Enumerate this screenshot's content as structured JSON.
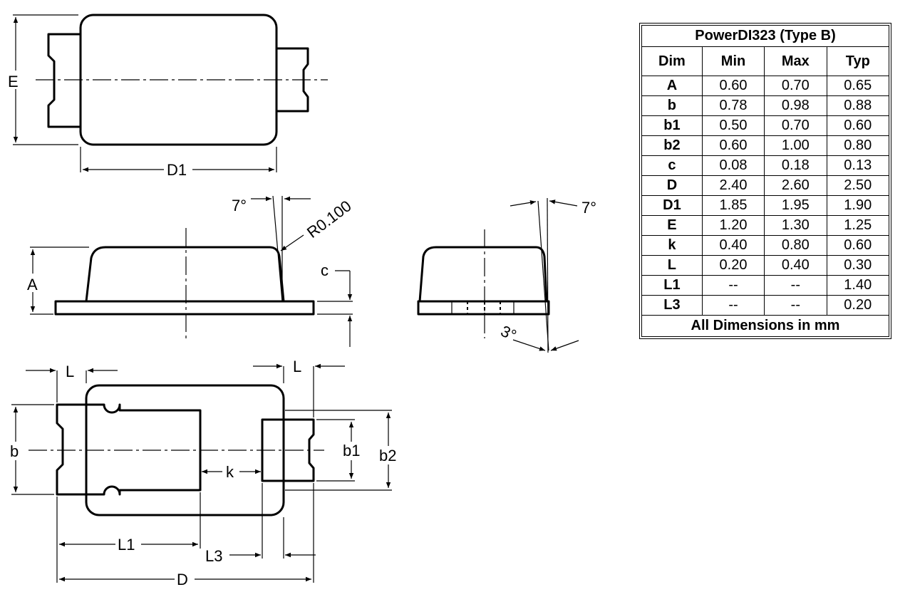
{
  "labels": {
    "E": "E",
    "D1": "D1",
    "A": "A",
    "c": "c",
    "angle_side_top": "7°",
    "radius": "R0.100",
    "angle_end_top": "7°",
    "angle_end_bottom": "3°",
    "L_left": "L",
    "L_right": "L",
    "b": "b",
    "b1": "b1",
    "b2": "b2",
    "k": "k",
    "L1": "L1",
    "L3": "L3",
    "D": "D"
  },
  "table": {
    "title": "PowerDI323 (Type B)",
    "headers": [
      "Dim",
      "Min",
      "Max",
      "Typ"
    ],
    "rows": [
      {
        "dim": "A",
        "min": "0.60",
        "max": "0.70",
        "typ": "0.65"
      },
      {
        "dim": "b",
        "min": "0.78",
        "max": "0.98",
        "typ": "0.88"
      },
      {
        "dim": "b1",
        "min": "0.50",
        "max": "0.70",
        "typ": "0.60"
      },
      {
        "dim": "b2",
        "min": "0.60",
        "max": "1.00",
        "typ": "0.80"
      },
      {
        "dim": "c",
        "min": "0.08",
        "max": "0.18",
        "typ": "0.13"
      },
      {
        "dim": "D",
        "min": "2.40",
        "max": "2.60",
        "typ": "2.50"
      },
      {
        "dim": "D1",
        "min": "1.85",
        "max": "1.95",
        "typ": "1.90"
      },
      {
        "dim": "E",
        "min": "1.20",
        "max": "1.30",
        "typ": "1.25"
      },
      {
        "dim": "k",
        "min": "0.40",
        "max": "0.80",
        "typ": "0.60"
      },
      {
        "dim": "L",
        "min": "0.20",
        "max": "0.40",
        "typ": "0.30"
      },
      {
        "dim": "L1",
        "min": "--",
        "max": "--",
        "typ": "1.40"
      },
      {
        "dim": "L3",
        "min": "--",
        "max": "--",
        "typ": "0.20"
      }
    ],
    "footer": "All Dimensions in mm"
  }
}
